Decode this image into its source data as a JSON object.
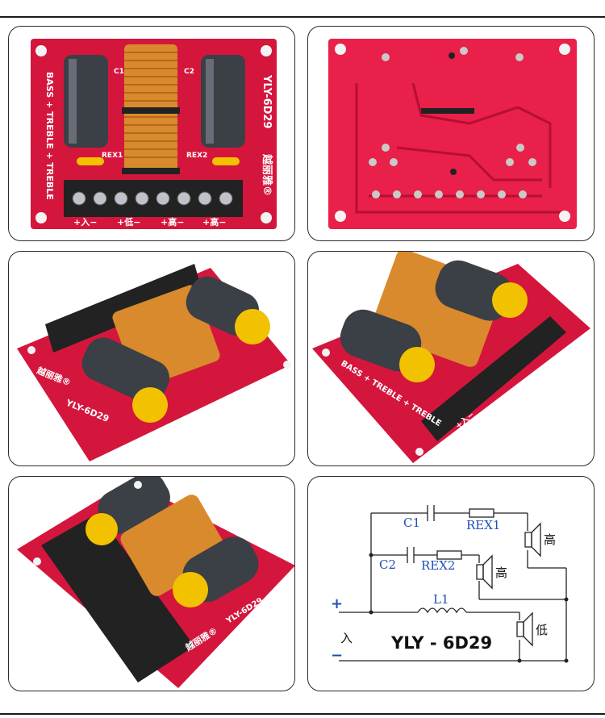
{
  "board": {
    "model": "YLY-6D29",
    "brand": "越丽雅®",
    "side_label": "BASS + TREBLE + TREBLE",
    "capacitor_labels": [
      "C1",
      "C2"
    ],
    "resistor_labels": [
      "REX1",
      "REX2"
    ],
    "terminal_labels": [
      "+入−",
      "+低−",
      "+高−",
      "+高−"
    ]
  },
  "schematic": {
    "c1": "C1",
    "c2": "C2",
    "rex1": "REX1",
    "rex2": "REX2",
    "l1": "L1",
    "plus": "+",
    "minus": "−",
    "input": "入",
    "high1": "高",
    "high2": "高",
    "low": "低",
    "model": "YLY - 6D29"
  },
  "colors": {
    "pcb_red": "#d4163d",
    "copper": "#d98a2c",
    "capacitor": "#3b3f46",
    "cap_disc": "#f2c200",
    "terminal": "#222222",
    "schematic_blue": "#1d4fb8"
  }
}
